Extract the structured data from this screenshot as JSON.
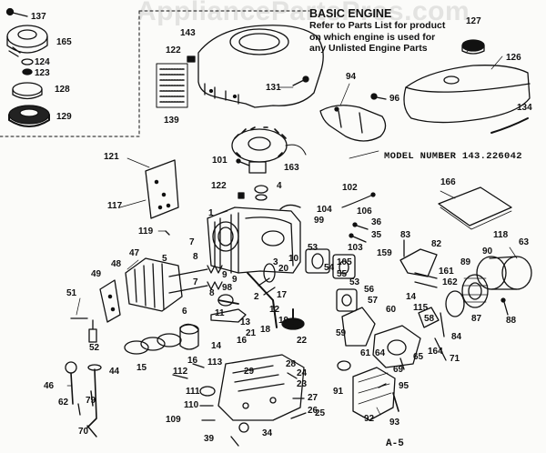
{
  "watermark": "AppliancePartsPros.com",
  "header": {
    "title": "BASIC ENGINE",
    "note_lines": [
      "Refer to Parts List for product",
      "on which engine is used for",
      "any Unlisted Engine Parts"
    ]
  },
  "model": "MODEL NUMBER 143.226042",
  "page_code": "A-5",
  "colors": {
    "ink": "#111111",
    "paper": "#fbfbf9"
  },
  "parts": {
    "p137": "137",
    "p165": "165",
    "p124": "124",
    "p123": "123",
    "p128": "128",
    "p129": "129",
    "p143": "143",
    "p122a": "122",
    "p139": "139",
    "p131": "131",
    "p94": "94",
    "p96": "96",
    "p127": "127",
    "p126": "126",
    "p134": "134",
    "p121": "121",
    "p117": "117",
    "p119": "119",
    "p101": "101",
    "p163": "163",
    "p122b": "122",
    "p4": "4",
    "p104": "104",
    "p99": "99",
    "p102": "102",
    "p106": "106",
    "p36": "36",
    "p35": "35",
    "p166": "166",
    "p118": "118",
    "p63": "63",
    "p1": "1",
    "p7a": "7",
    "p8a": "8",
    "p47": "47",
    "p48": "48",
    "p49": "49",
    "p5": "5",
    "p9a": "9",
    "p3": "3",
    "p10": "10",
    "p20": "20",
    "p53a": "53",
    "p103": "103",
    "p105": "105",
    "p54": "54",
    "p55": "55",
    "p159": "159",
    "p83": "83",
    "p82": "82",
    "p90": "90",
    "p89": "89",
    "p161": "161",
    "p162": "162",
    "p51": "51",
    "p7b": "7",
    "p8b": "8",
    "p9b": "9",
    "p98": "98",
    "p2": "2",
    "p17": "17",
    "p53b": "53",
    "p56": "56",
    "p57": "57",
    "p14a": "14",
    "p115": "115",
    "p87": "87",
    "p88": "88",
    "p6": "6",
    "p11": "11",
    "p12": "12",
    "p13": "13",
    "p21": "21",
    "p18": "18",
    "p16a": "16",
    "p19": "19",
    "p60": "60",
    "p64": "64",
    "p58": "58",
    "p84": "84",
    "p52": "52",
    "p14b": "14",
    "p22": "22",
    "p59": "59",
    "p61": "61",
    "p65": "65",
    "p164": "164",
    "p71": "71",
    "p15": "15",
    "p16b": "16",
    "p112": "112",
    "p113": "113",
    "p69": "69",
    "p44": "44",
    "p28": "28",
    "p29": "29",
    "p24": "24",
    "p23": "23",
    "p46": "46",
    "p111": "111",
    "p91": "91",
    "p95": "95",
    "p62": "62",
    "p79": "79",
    "p110": "110",
    "p27": "27",
    "p26": "26",
    "p25": "25",
    "p109": "109",
    "p70": "70",
    "p92": "92",
    "p93": "93",
    "p39": "39",
    "p34": "34"
  }
}
